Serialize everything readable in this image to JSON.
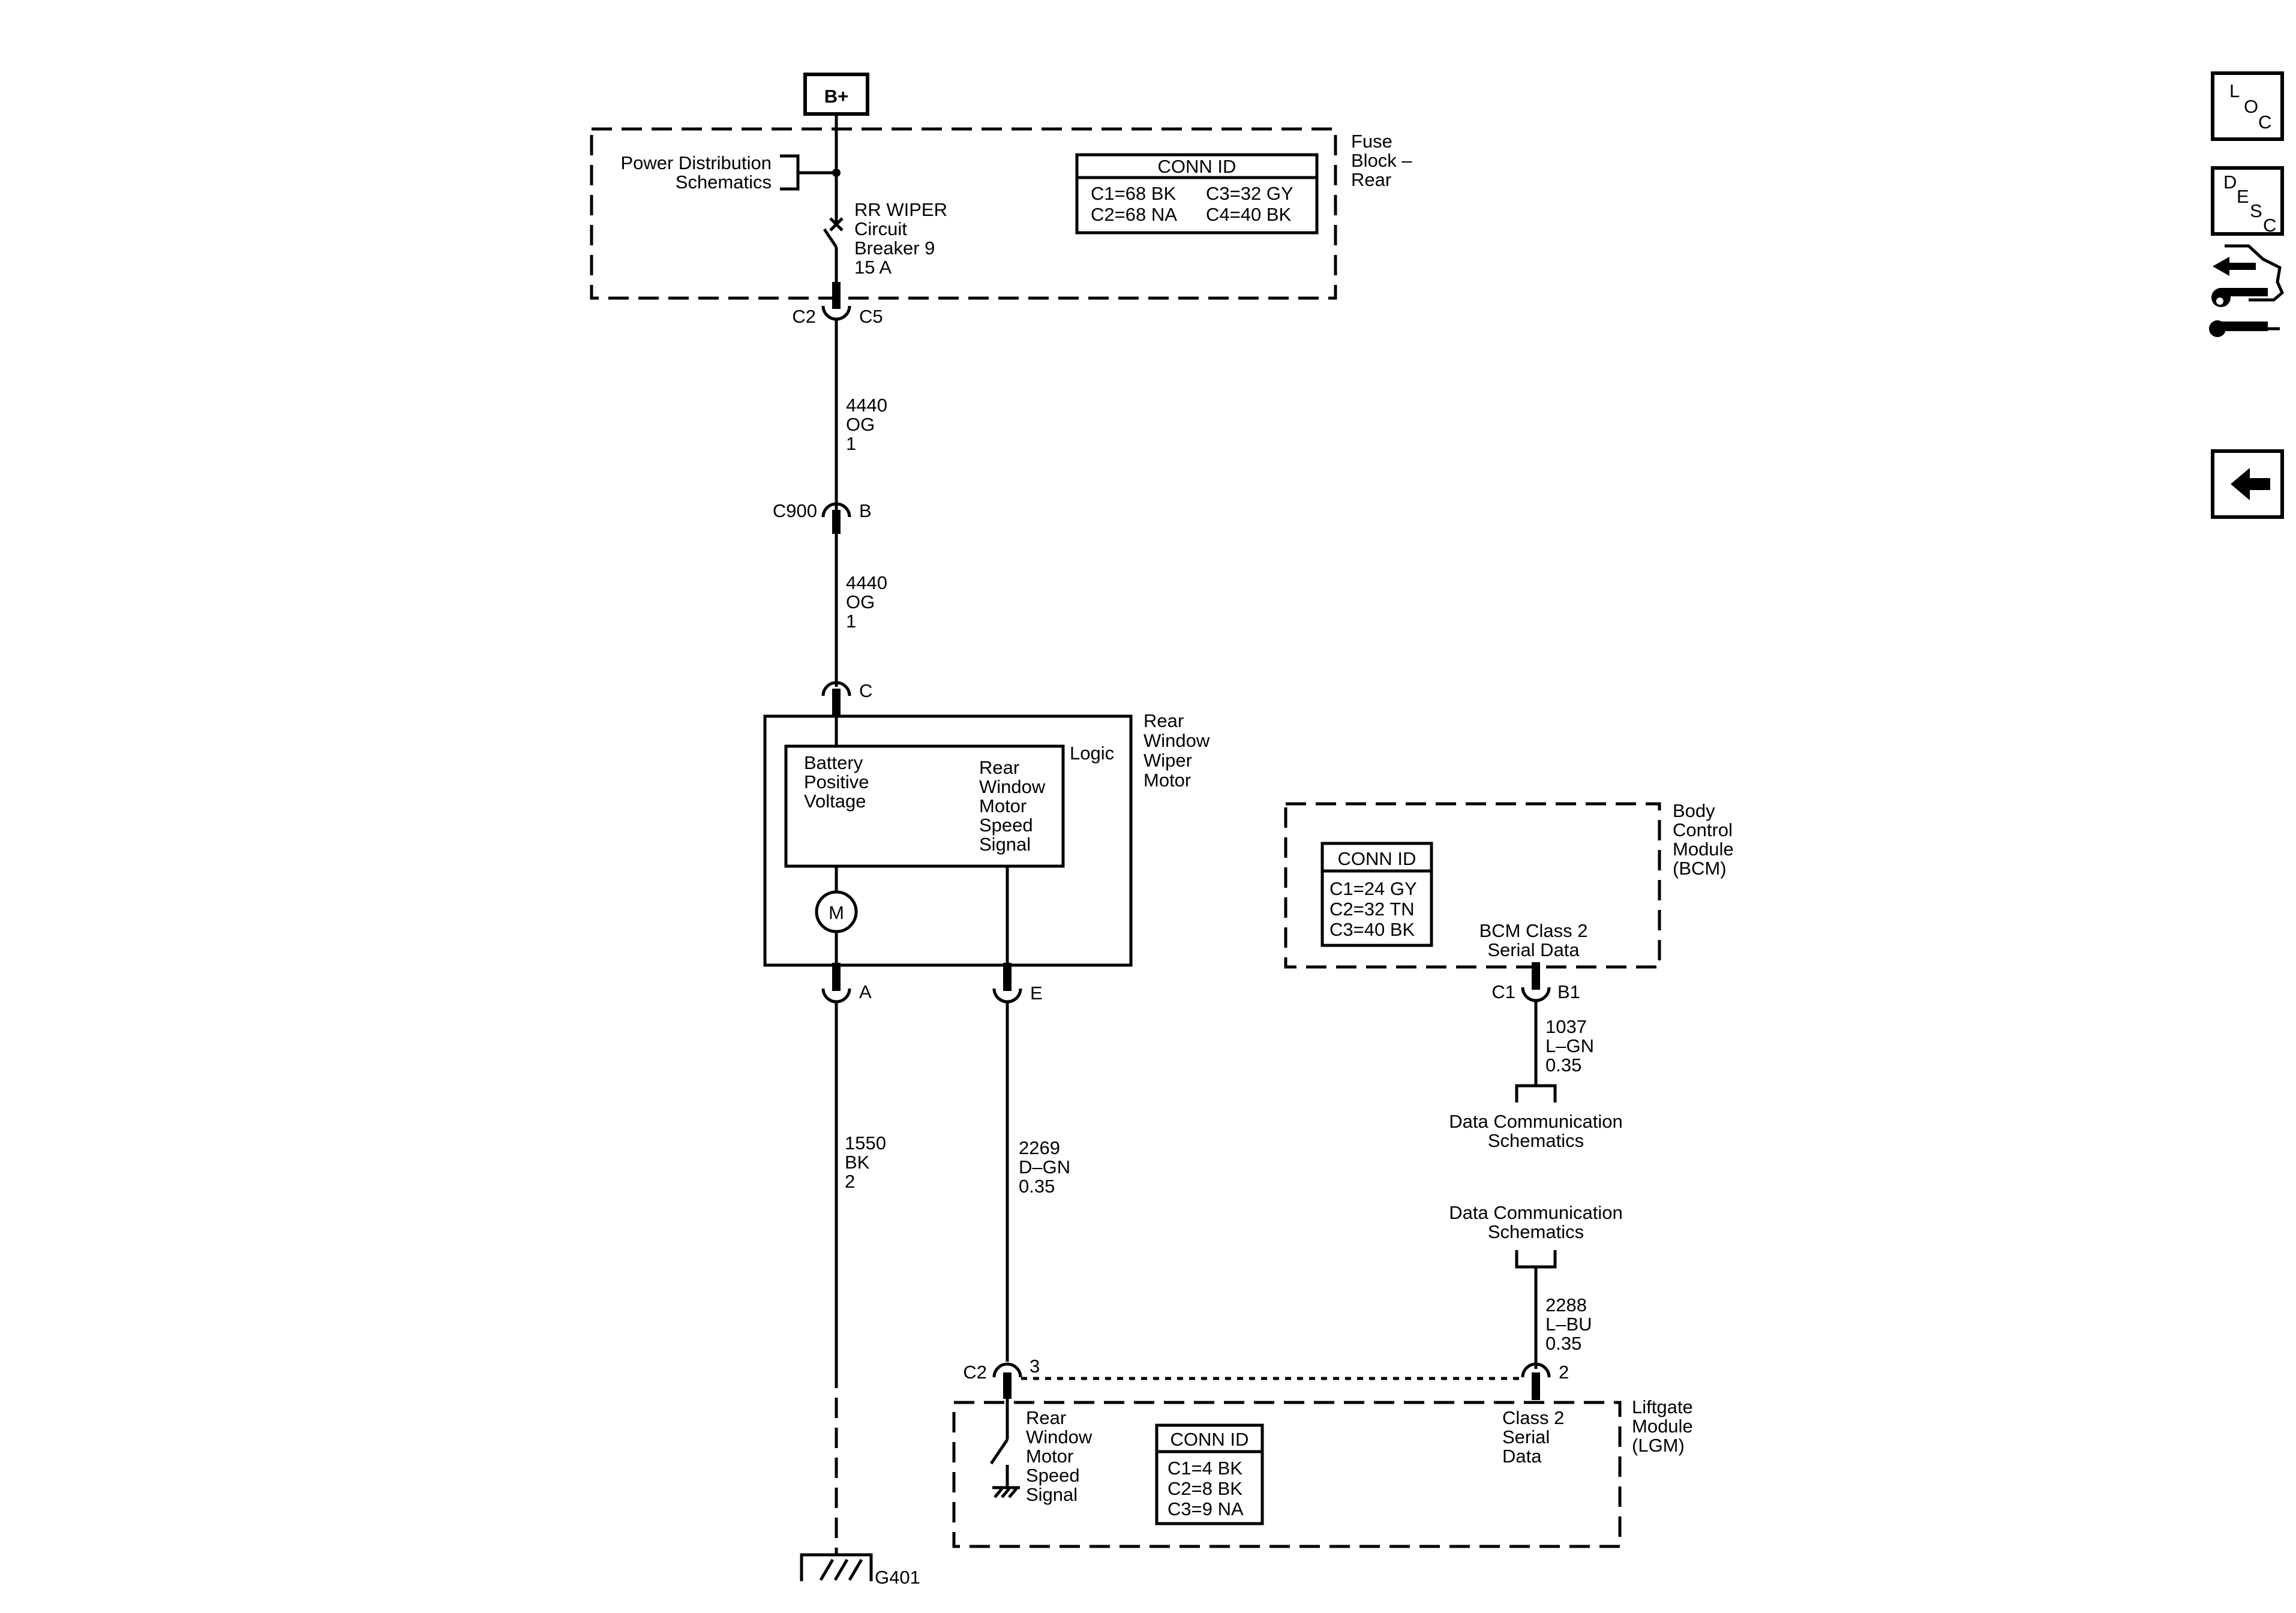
{
  "power_source": {
    "label": "B+"
  },
  "fuse_block": {
    "title": [
      "Fuse",
      "Block –",
      "Rear"
    ],
    "power_distribution_link": [
      "Power Distribution",
      "Schematics"
    ],
    "breaker": [
      "RR WIPER",
      "Circuit",
      "Breaker 9",
      "15 A"
    ],
    "conn_id": {
      "header": "CONN ID",
      "rows": [
        [
          "C1=68 BK",
          "C3=32 GY"
        ],
        [
          "C2=68 NA",
          "C4=40 BK"
        ]
      ]
    }
  },
  "connectors": {
    "fuse_out_left": "C2",
    "fuse_out_right": "C5",
    "inline_left": "C900",
    "inline_right": "B",
    "motor_c": "C",
    "motor_a": "A",
    "motor_e": "E",
    "bcm_left": "C1",
    "bcm_right": "B1",
    "lgm_left": "C2",
    "lgm_pin3": "3",
    "lgm_pin2": "2"
  },
  "wires": {
    "w4440_upper": [
      "4440",
      "OG",
      "1"
    ],
    "w4440_lower": [
      "4440",
      "OG",
      "1"
    ],
    "w1550": [
      "1550",
      "BK",
      "2"
    ],
    "w2269": [
      "2269",
      "D–GN",
      "0.35"
    ],
    "w1037": [
      "1037",
      "L–GN",
      "0.35"
    ],
    "w2288": [
      "2288",
      "L–BU",
      "0.35"
    ]
  },
  "wiper_motor": {
    "title": [
      "Rear",
      "Window",
      "Wiper",
      "Motor"
    ],
    "logic_label": "Logic",
    "battery_label": [
      "Battery",
      "Positive",
      "Voltage"
    ],
    "speed_signal_label": [
      "Rear",
      "Window",
      "Motor",
      "Speed",
      "Signal"
    ],
    "motor_symbol": "M"
  },
  "bcm": {
    "title": [
      "Body",
      "Control",
      "Module",
      "(BCM)"
    ],
    "conn_id": {
      "header": "CONN ID",
      "rows": [
        "C1=24 GY",
        "C2=32 TN",
        "C3=40 BK"
      ]
    },
    "serial_label": [
      "BCM Class 2",
      "Serial Data"
    ]
  },
  "data_comm_upper": [
    "Data Communication",
    "Schematics"
  ],
  "data_comm_lower": [
    "Data Communication",
    "Schematics"
  ],
  "lgm": {
    "title": [
      "Liftgate",
      "Module",
      "(LGM)"
    ],
    "speed_signal_label": [
      "Rear",
      "Window",
      "Motor",
      "Speed",
      "Signal"
    ],
    "conn_id": {
      "header": "CONN ID",
      "rows": [
        "C1=4 BK",
        "C2=8 BK",
        "C3=9 NA"
      ]
    },
    "serial_label": [
      "Class 2",
      "Serial",
      "Data"
    ]
  },
  "ground": {
    "label": "G401"
  },
  "side_buttons": {
    "loc": [
      "L",
      "O",
      "C"
    ],
    "desc": [
      "D",
      "E",
      "S",
      "C"
    ],
    "connector_end_view_icon": "connector-wrench-icon",
    "back_icon": "back-arrow-icon"
  }
}
